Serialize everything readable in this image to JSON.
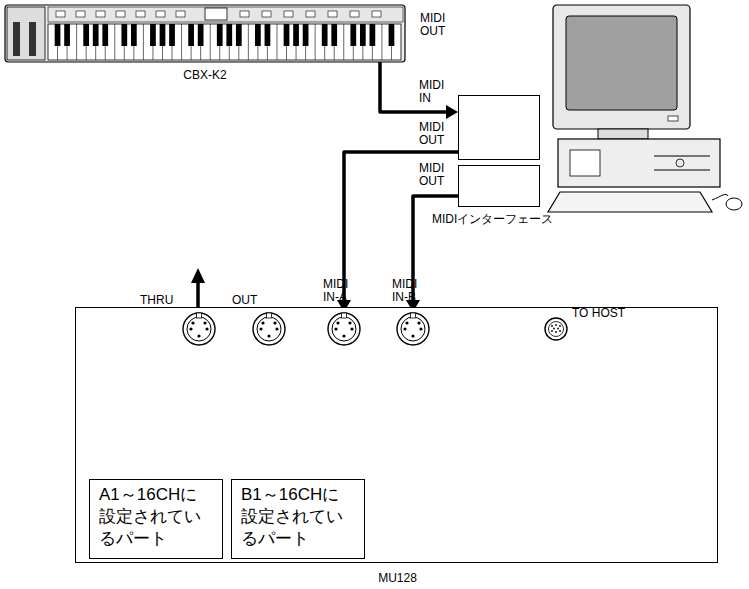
{
  "diagram": {
    "nodes": [
      {
        "text": [
          "CBX-K2"
        ]
      },
      {
        "text": [
          "MIDI IN",
          "MIDI OUT"
        ]
      },
      {
        "text": [
          "MIDI OUT"
        ]
      },
      {
        "text": [
          "MU128"
        ]
      },
      {
        "text": [
          "THRU"
        ],
        "in": 3
      },
      {
        "text": [
          "OUT"
        ],
        "in": 3
      },
      {
        "text": [
          "MIDI IN-A"
        ],
        "in": 3
      },
      {
        "text": [
          "MIDI IN-B"
        ],
        "in": 3
      },
      {
        "text": [
          "TO HOST"
        ],
        "in": 3
      },
      {
        "text": [
          "A1～16CHに設定されているパート"
        ],
        "in": 3
      },
      {
        "text": [
          "B1～16CHに設定されているパート"
        ],
        "in": 3
      }
    ],
    "edges": [
      {
        "from": 0,
        "to": 1,
        "arrow": "to"
      },
      {
        "from": 1,
        "to": 6,
        "arrow": "to"
      },
      {
        "from": 2,
        "to": 7,
        "arrow": "to"
      },
      {
        "from": 6,
        "to": 4,
        "arrow": "to"
      },
      {
        "from": 6,
        "to": 9,
        "arrow": "to"
      },
      {
        "from": 7,
        "to": 10,
        "arrow": "to"
      }
    ],
    "labels": [
      "MIDI OUT",
      "MIDIインターフェース"
    ]
  }
}
